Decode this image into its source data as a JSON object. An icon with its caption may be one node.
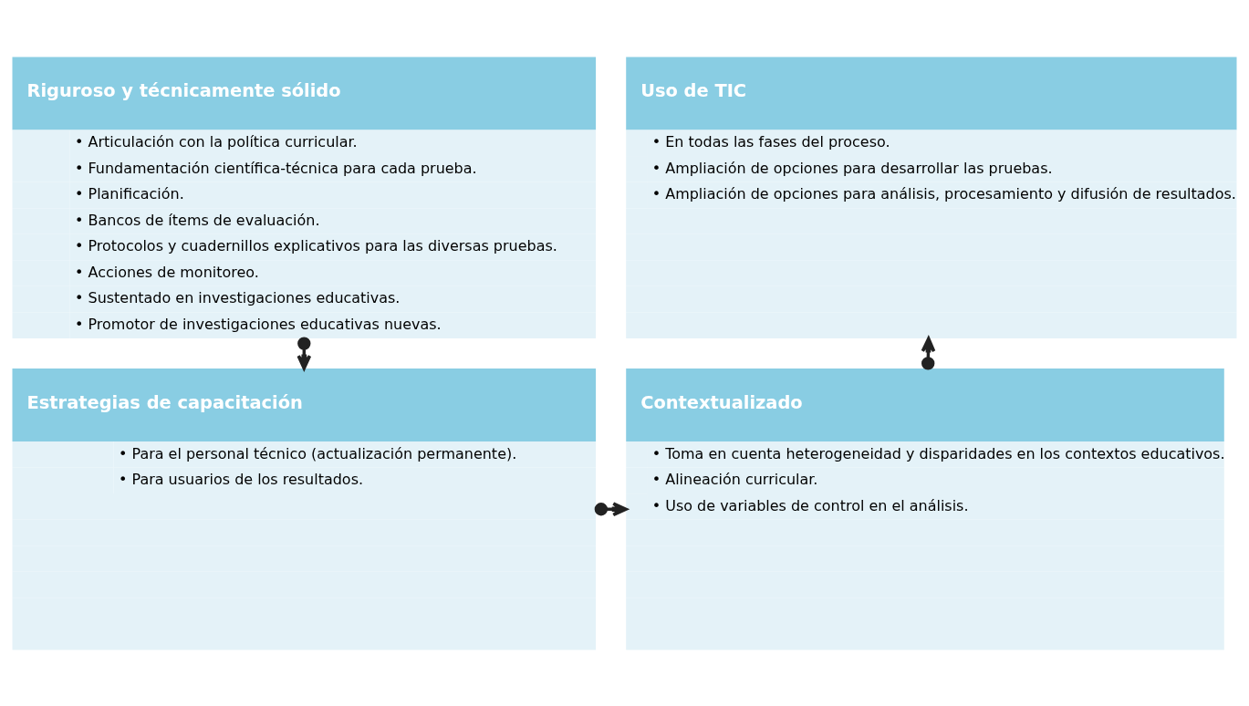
{
  "diagram": {
    "nodes": [
      {
        "text": [
          "Riguroso y técnicamente sólido",
          "• Articulación con la política curricular.",
          "• Fundamentación científica-técnica para cada prueba.",
          "• Planificación.",
          "• Bancos de ítems de evaluación.",
          "• Protocolos y cuadernillos explicativos para las diversas pruebas.",
          "• Acciones de monitoreo.",
          "• Sustentado en investigaciones educativas.",
          "• Promotor de investigaciones educativas nuevas."
        ]
      },
      {
        "text": [
          "Uso de TIC",
          "• En todas las fases del proceso.",
          "• Ampliación de opciones para desarrollar las pruebas.",
          "• Ampliación de opciones para análisis, procesamiento y difusión de resultados."
        ]
      },
      {
        "text": [
          "Estrategias de capacitación",
          "• Para el personal técnico (actualización permanente).",
          "• Para usuarios de los resultados."
        ]
      },
      {
        "text": [
          "Contextualizado",
          "• Toma en cuenta heterogeneidad y disparidades en los contextos educativos.",
          "• Alineación curricular.",
          "• Uso de variables de control en el análisis."
        ]
      }
    ],
    "edges": [
      {
        "from": 0,
        "to": 2,
        "arrow": "to"
      },
      {
        "from": 2,
        "to": 3,
        "arrow": "to"
      },
      {
        "from": 3,
        "to": 1,
        "arrow": "to"
      }
    ]
  }
}
